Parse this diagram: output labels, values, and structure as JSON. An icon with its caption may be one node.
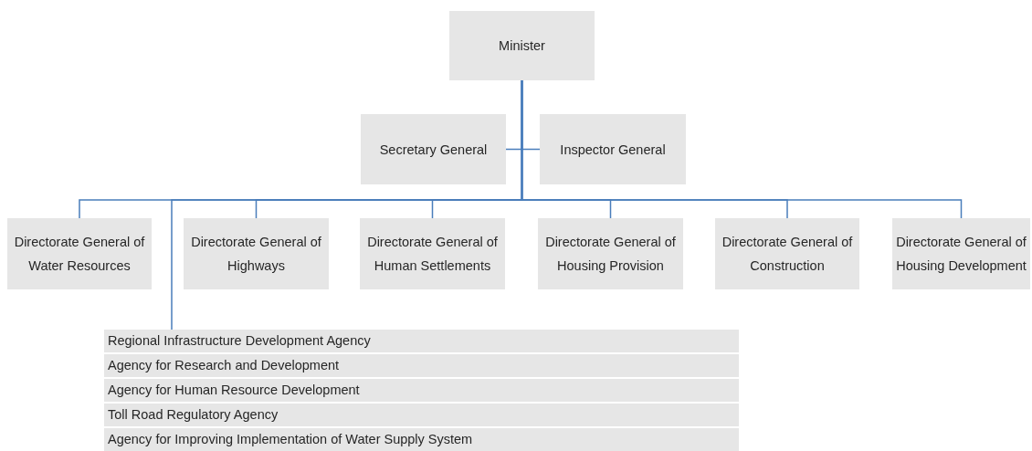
{
  "diagram": {
    "nodes": [
      {
        "text": [
          "Minister"
        ]
      },
      {
        "text": [
          "Secretary General"
        ]
      },
      {
        "text": [
          "Inspector General"
        ]
      },
      {
        "text": [
          "Directorate General of Water Resources"
        ]
      },
      {
        "text": [
          "Directorate General of Highways"
        ]
      },
      {
        "text": [
          "Directorate General of Human Settlements"
        ]
      },
      {
        "text": [
          "Directorate General of Housing Provision"
        ]
      },
      {
        "text": [
          "Directorate General of Construction"
        ]
      },
      {
        "text": [
          "Directorate General of Housing Development"
        ]
      },
      {
        "text": [
          "Regional Infrastructure Development Agency"
        ]
      },
      {
        "text": [
          "Agency for Research and Development"
        ]
      },
      {
        "text": [
          "Agency for Human Resource Development"
        ]
      },
      {
        "text": [
          "Toll Road Regulatory Agency"
        ]
      },
      {
        "text": [
          "Agency for Improving Implementation of Water Supply System"
        ]
      }
    ],
    "edges": [
      {
        "from": 0,
        "to": 1,
        "arrow": "none"
      },
      {
        "from": 0,
        "to": 2,
        "arrow": "none"
      },
      {
        "from": 0,
        "to": 3,
        "arrow": "none"
      },
      {
        "from": 0,
        "to": 4,
        "arrow": "none"
      },
      {
        "from": 0,
        "to": 5,
        "arrow": "none"
      },
      {
        "from": 0,
        "to": 6,
        "arrow": "none"
      },
      {
        "from": 0,
        "to": 7,
        "arrow": "none"
      },
      {
        "from": 0,
        "to": 8,
        "arrow": "none"
      },
      {
        "from": 0,
        "to": 9,
        "arrow": "none"
      }
    ]
  }
}
